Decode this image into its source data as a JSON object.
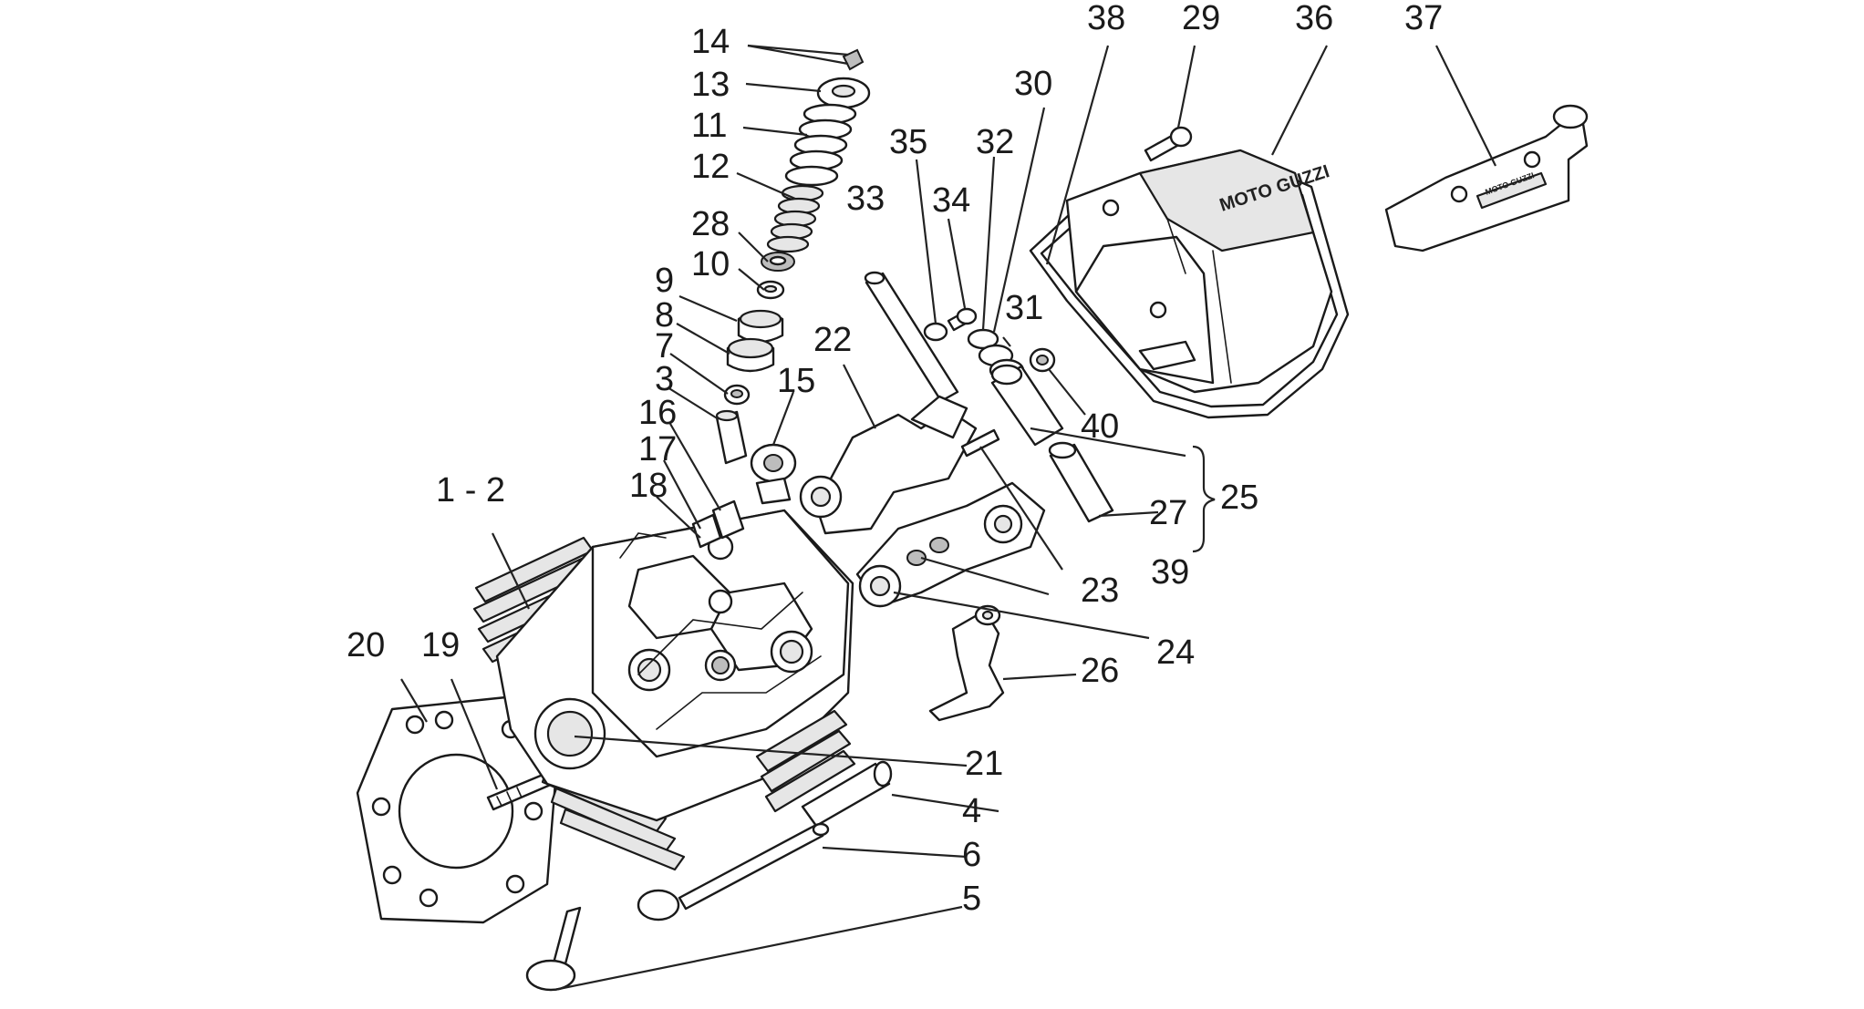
{
  "brand_mark": "MOTO GUZZI",
  "rail_plate": "MOTO GUZZI",
  "callouts": {
    "c1_2": "1 - 2",
    "c3": "3",
    "c4": "4",
    "c5": "5",
    "c6": "6",
    "c7": "7",
    "c8": "8",
    "c9": "9",
    "c10": "10",
    "c11": "11",
    "c12": "12",
    "c13": "13",
    "c14": "14",
    "c15": "15",
    "c16": "16",
    "c17": "17",
    "c18": "18",
    "c19": "19",
    "c20": "20",
    "c21": "21",
    "c22": "22",
    "c23": "23",
    "c24": "24",
    "c25": "25",
    "c26": "26",
    "c27": "27",
    "c28": "28",
    "c29": "29",
    "c30": "30",
    "c31": "31",
    "c32": "32",
    "c33": "33",
    "c34": "34",
    "c35": "35",
    "c36": "36",
    "c37": "37",
    "c38": "38",
    "c39": "39",
    "c40": "40"
  }
}
